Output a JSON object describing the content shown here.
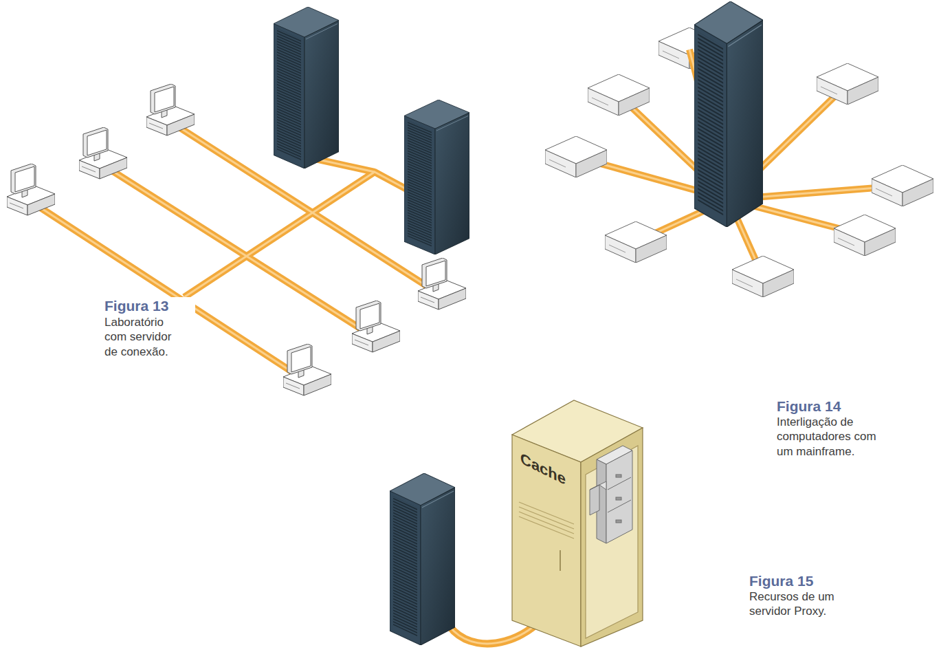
{
  "diagram": {
    "nodes": [
      {
        "text": [
          "Cache"
        ]
      }
    ],
    "labels": [
      "Figura 13",
      "Laboratório com servidor de conexão.",
      "Figura 14",
      "Interligação de computadores com um mainframe.",
      "Figura 15",
      "Recursos de um servidor Proxy."
    ]
  }
}
